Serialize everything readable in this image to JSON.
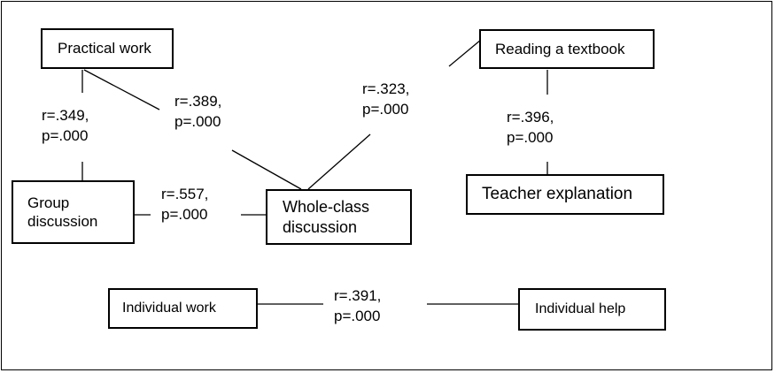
{
  "nodes": {
    "practical_work": {
      "label": "Practical work"
    },
    "reading_textbook": {
      "label": "Reading a textbook"
    },
    "group_discussion": {
      "line1": "Group",
      "line2": "discussion"
    },
    "whole_class": {
      "line1": "Whole-class",
      "line2": "discussion"
    },
    "teacher_explanation": {
      "label": "Teacher explanation"
    },
    "individual_work": {
      "label": "Individual work"
    },
    "individual_help": {
      "label": "Individual help"
    }
  },
  "correlations": {
    "practical_group": {
      "r": "r=.349,",
      "p": "p=.000"
    },
    "practical_whole": {
      "r": "r=.389,",
      "p": "p=.000"
    },
    "reading_whole": {
      "r": "r=.323,",
      "p": "p=.000"
    },
    "reading_teacher": {
      "r": "r=.396,",
      "p": "p=.000"
    },
    "group_whole": {
      "r": "r=.557,",
      "p": "p=.000"
    },
    "individual_work_help": {
      "r": "r=.391,",
      "p": "p=.000"
    }
  },
  "colors": {
    "line": "#000000",
    "box_border": "#000000",
    "background": "#ffffff"
  }
}
